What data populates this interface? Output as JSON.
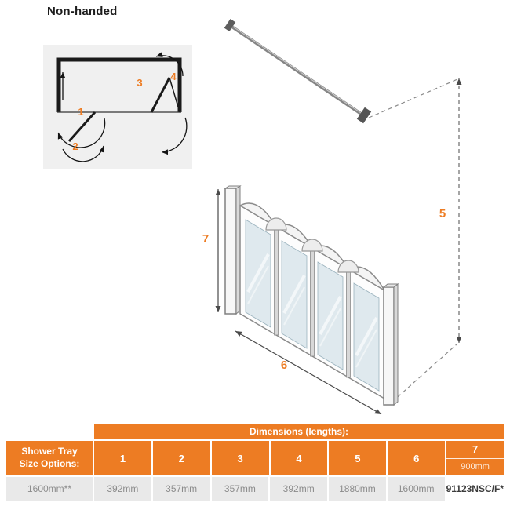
{
  "title": "Non-handed",
  "colors": {
    "orange": "#ED7C23",
    "table_gray": "#e9e9e9",
    "line_dark": "#1a1a1a"
  },
  "plan": {
    "labels": [
      "1",
      "2",
      "3",
      "4"
    ]
  },
  "drawing": {
    "labels": {
      "rail_height": "5",
      "width": "6",
      "screen_height": "7"
    }
  },
  "table": {
    "header": "Dimensions (lengths):",
    "row_header": "Shower Tray Size Options:",
    "col_headers": [
      "1",
      "2",
      "3",
      "4",
      "5",
      "6",
      "7"
    ],
    "col7_sub": "900mm",
    "tray_size": "1600mm**",
    "values": [
      "392mm",
      "357mm",
      "357mm",
      "392mm",
      "1880mm",
      "1600mm"
    ],
    "code": "91123NSC/F*"
  }
}
